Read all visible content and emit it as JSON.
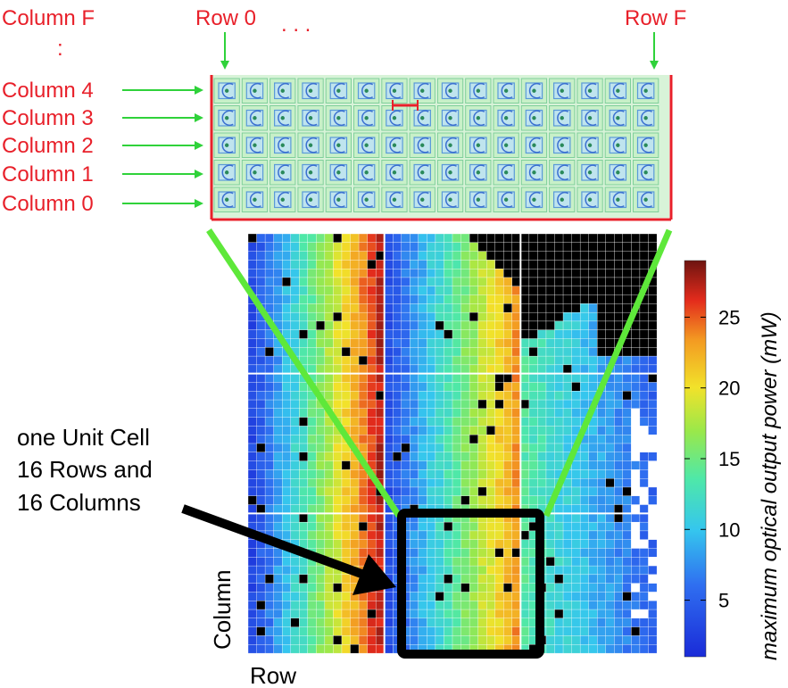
{
  "top_labels": {
    "column_f": "Column F",
    "dots_vertical": ":",
    "row_0": "Row 0",
    "row_dots": ". . .",
    "row_f": "Row F",
    "columns": [
      "Column 4",
      "Column 3",
      "Column 2",
      "Column 1",
      "Column 0"
    ]
  },
  "annotation": {
    "line1": "one Unit Cell",
    "line2": "16 Rows and",
    "line3": "16 Columns"
  },
  "axes": {
    "x_label": "Row",
    "y_label": "Column"
  },
  "colorbar": {
    "label": "maximum optical output power (mW)",
    "ticks": [
      "5",
      "10",
      "15",
      "20",
      "25"
    ],
    "tick_values": [
      5,
      10,
      15,
      20,
      25
    ],
    "range": [
      1,
      29
    ]
  },
  "colors": {
    "label_red": "#e8202a",
    "arrow_green": "#2fd23a",
    "cell_bg": "#c8f0c8",
    "cell_border": "#5a9ad8",
    "highlight_box": "#000000"
  }
}
